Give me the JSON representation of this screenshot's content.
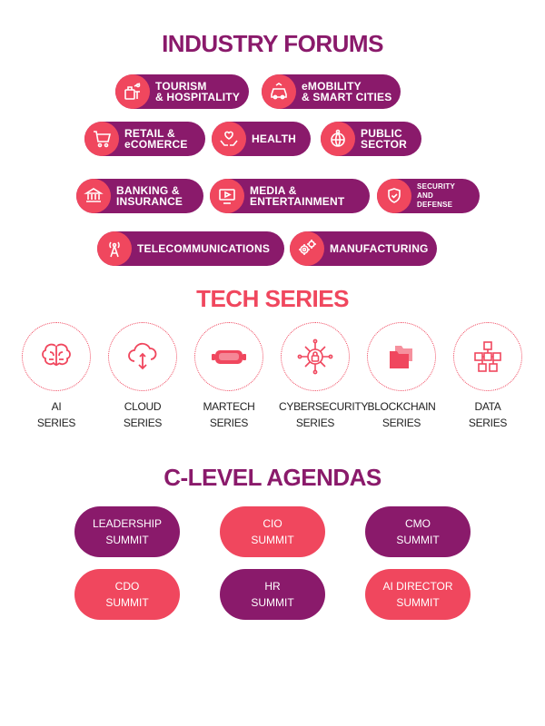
{
  "colors": {
    "purple": "#8a1a6b",
    "coral": "#f0475e"
  },
  "headings": {
    "industry_forums": "INDUSTRY FORUMS",
    "tech_series": "TECH SERIES",
    "c_level_agendas": "C-LEVEL AGENDAS"
  },
  "industry_forums": [
    {
      "label": "TOURISM\n& HOSPITALITY",
      "icon": "tourism-icon"
    },
    {
      "label": "eMOBILITY\n& SMART CITIES",
      "icon": "car-icon"
    },
    {
      "label": "RETAIL &\neCOMERCE",
      "icon": "shopping-cart-icon"
    },
    {
      "label": "HEALTH",
      "icon": "health-hands-icon"
    },
    {
      "label": "PUBLIC\nSECTOR",
      "icon": "public-sector-icon"
    },
    {
      "label": "BANKING &\nINSURANCE",
      "icon": "bank-icon"
    },
    {
      "label": "MEDIA &\nENTERTAINMENT",
      "icon": "media-icon"
    },
    {
      "label": "SECURITY AND\nDEFENSE",
      "icon": "shield-people-icon"
    },
    {
      "label": "TELECOMMUNICATIONS",
      "icon": "antenna-icon"
    },
    {
      "label": "MANUFACTURING",
      "icon": "gears-icon"
    }
  ],
  "tech_series": [
    {
      "label": "AI\nSERIES",
      "icon": "brain-icon"
    },
    {
      "label": "CLOUD\nSERIES",
      "icon": "cloud-icon"
    },
    {
      "label": "MARTECH\nSERIES",
      "icon": "vr-headset-icon"
    },
    {
      "label": "CYBERSECURITY\nSERIES",
      "icon": "lock-network-icon"
    },
    {
      "label": "BLOCKCHAIN\nSERIES",
      "icon": "folders-icon"
    },
    {
      "label": "DATA\nSERIES",
      "icon": "cubes-icon"
    }
  ],
  "summits": [
    {
      "label": "LEADERSHIP\nSUMMIT",
      "color": "#8a1a6b"
    },
    {
      "label": "CIO\nSUMMIT",
      "color": "#f0475e"
    },
    {
      "label": "CMO\nSUMMIT",
      "color": "#8a1a6b"
    },
    {
      "label": "CDO\nSUMMIT",
      "color": "#f0475e"
    },
    {
      "label": "HR\nSUMMIT",
      "color": "#8a1a6b"
    },
    {
      "label": "AI DIRECTOR\nSUMMIT",
      "color": "#f0475e"
    }
  ]
}
